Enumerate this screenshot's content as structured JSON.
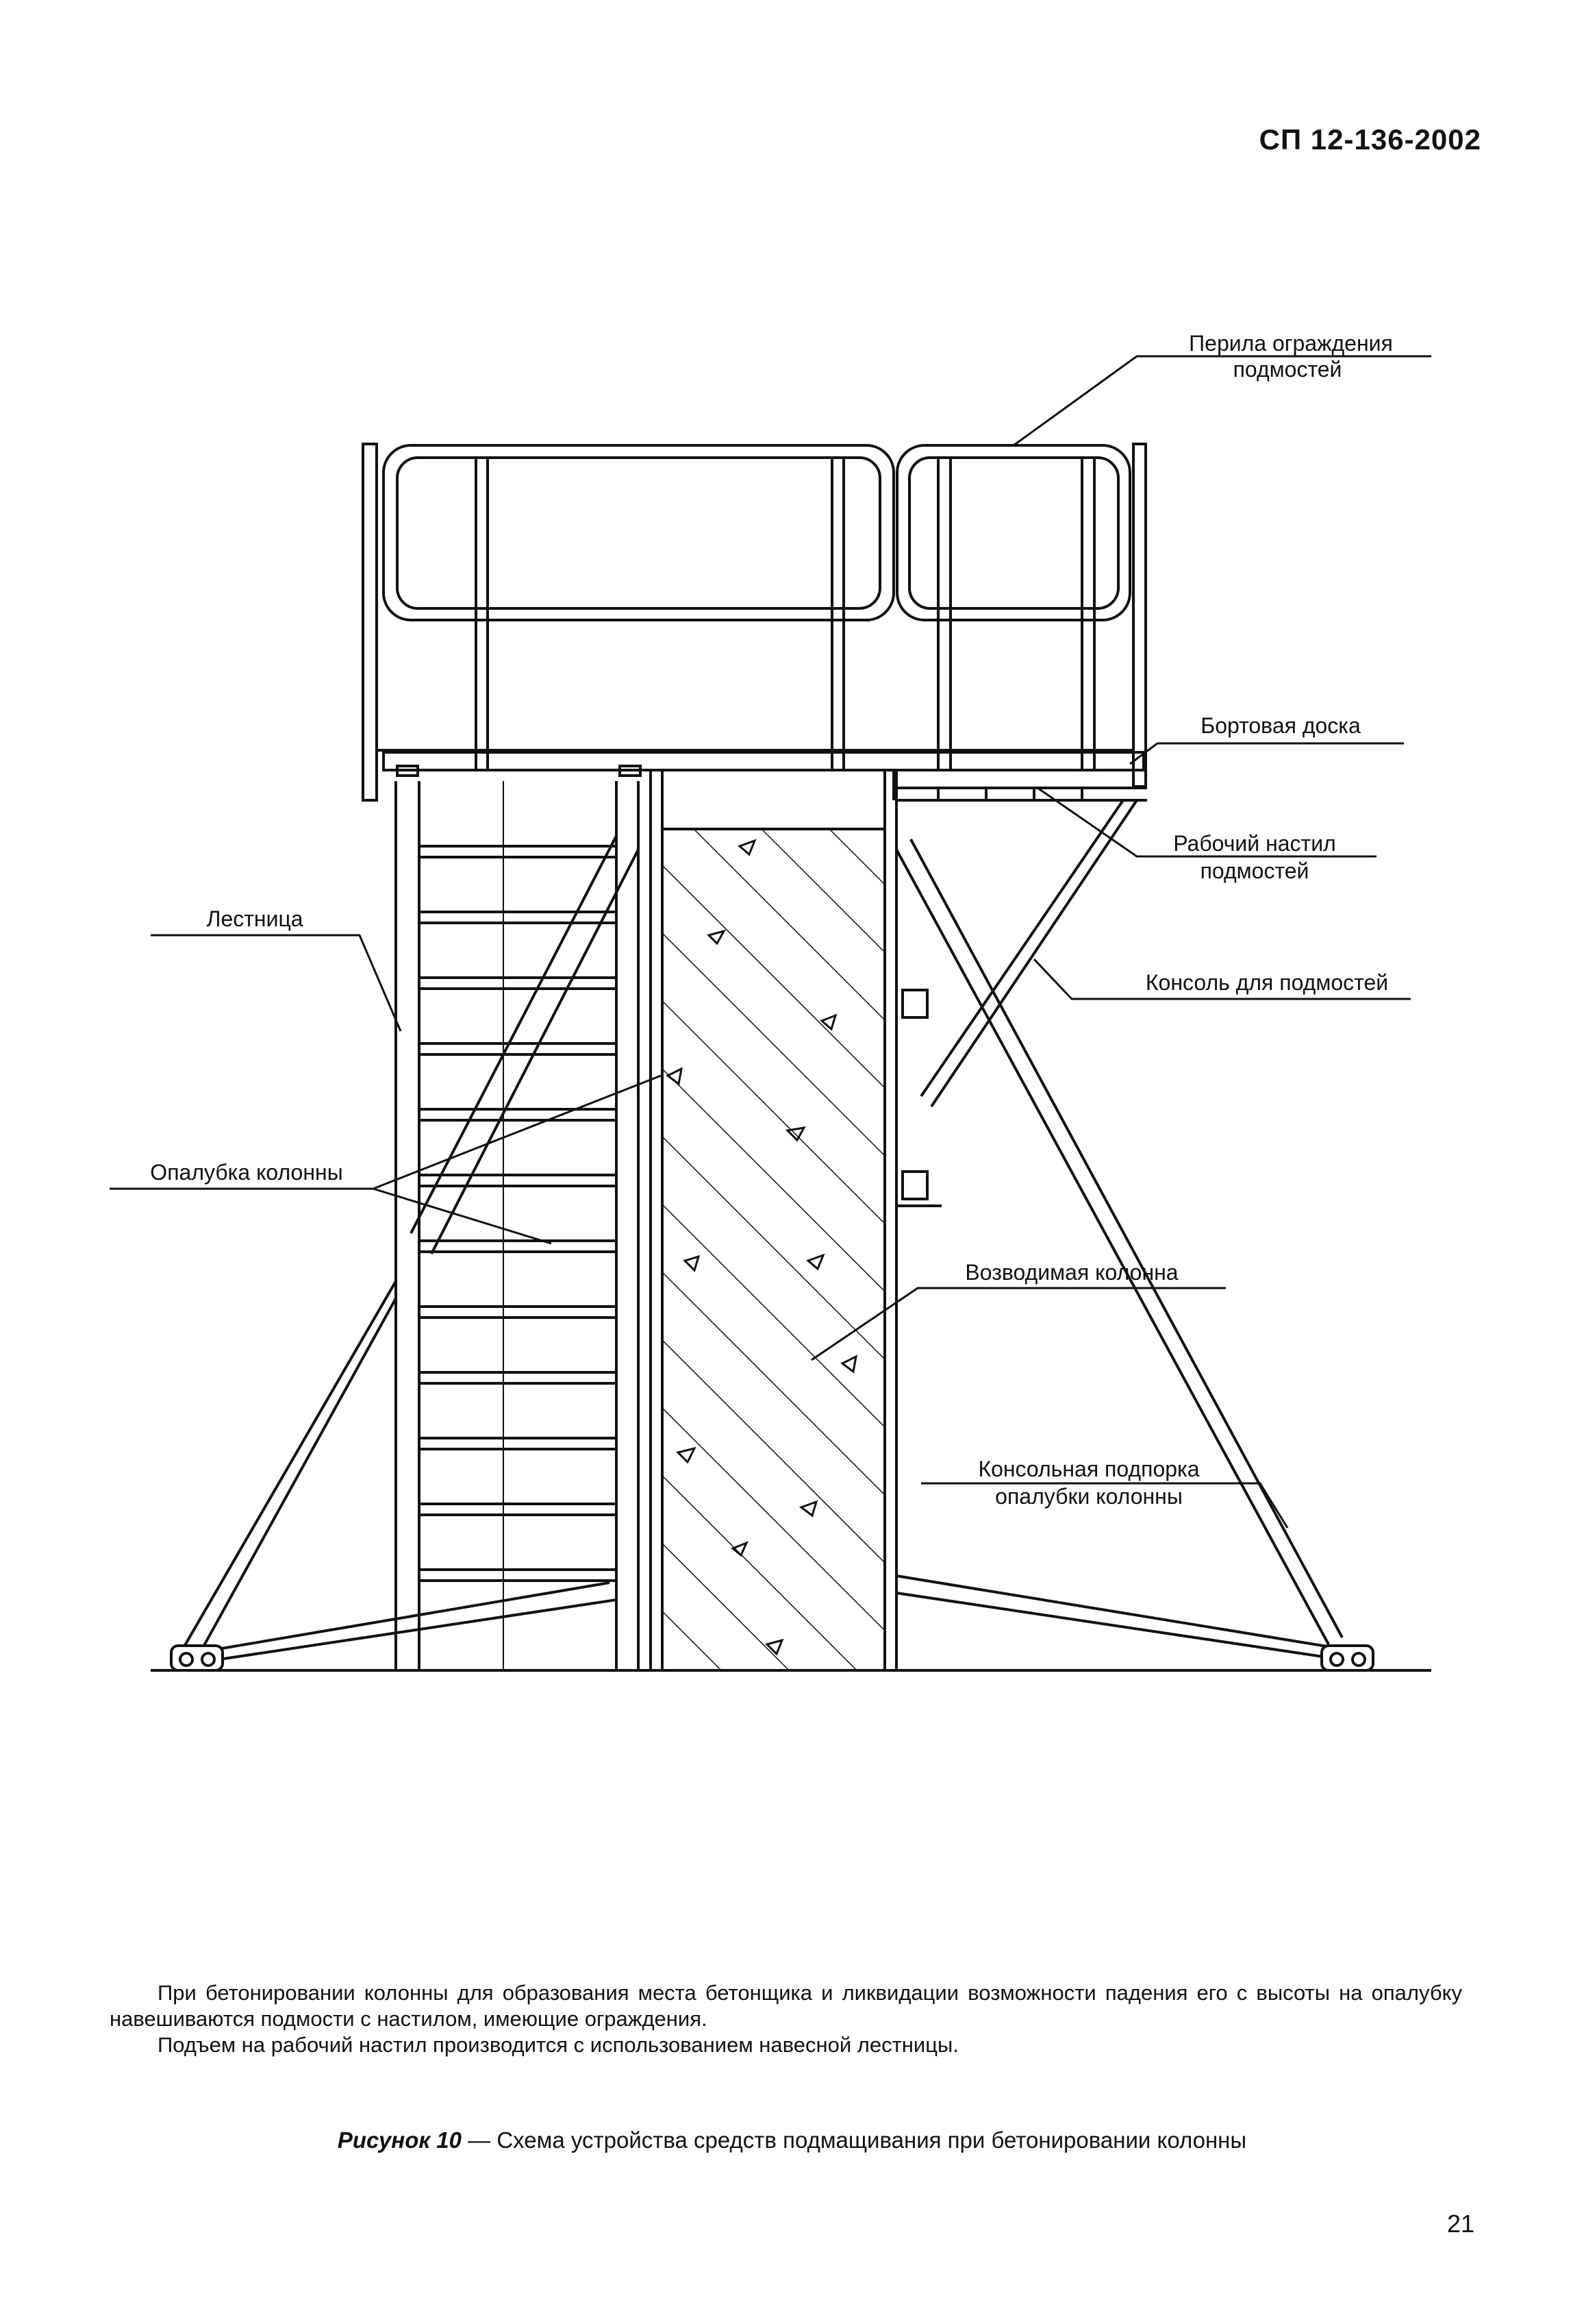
{
  "header": {
    "doc_code": "СП 12-136-2002"
  },
  "figure": {
    "labels": {
      "railing_line1": "Перила ограждения",
      "railing_line2": "подмостей",
      "toe_board": "Бортовая доска",
      "deck_line1": "Рабочий настил",
      "deck_line2": "подмостей",
      "ladder": "Лестница",
      "console": "Консоль для подмостей",
      "formwork": "Опалубка колонны",
      "column": "Возводимая колонна",
      "prop_line1": "Консольная подпорка",
      "prop_line2": "опалубки колонны"
    }
  },
  "body_text": {
    "paragraph1": "При бетонировании колонны для образования места бетонщика и ликвидации возможности падения его с высоты на опалубку навешиваются подмости с настилом, имеющие ограждения.",
    "paragraph2": "Подъем на рабочий настил производится с использованием навесной лестницы."
  },
  "caption": {
    "number": "Рисунок 10",
    "dash": " — ",
    "text": "Схема устройства средств подмащивания при бетонировании колонны"
  },
  "page_number": "21"
}
